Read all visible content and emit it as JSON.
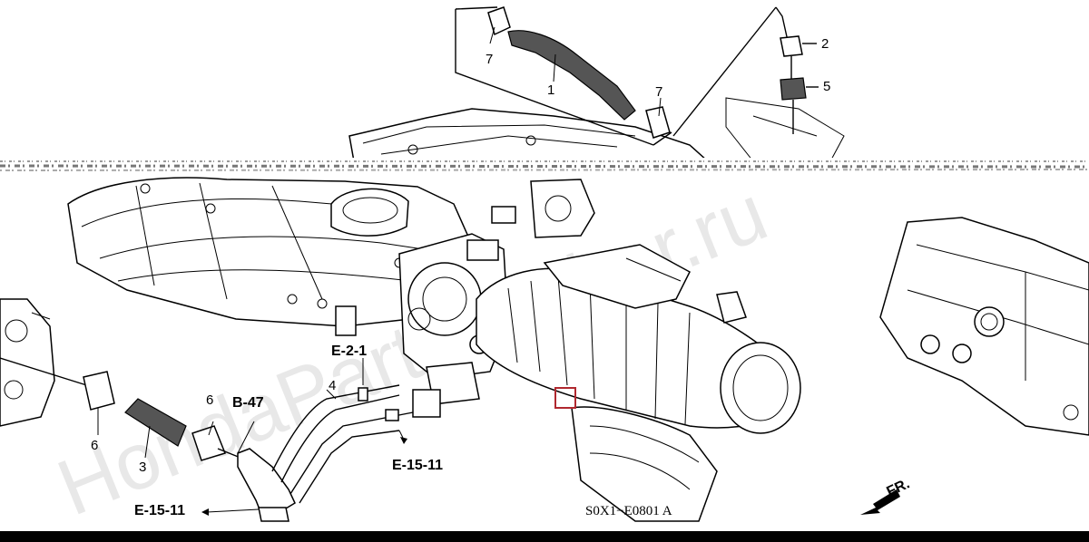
{
  "diagram": {
    "code": "S0X1−E0801 A",
    "watermark": "HondaPartNumber.ru",
    "direction": "FR.",
    "callouts": {
      "c1": "1",
      "c2": "2",
      "c3": "3",
      "c4": "4",
      "c5": "5",
      "c6_left": "6",
      "c6_right": "6",
      "c7_left": "7",
      "c7_right": "7"
    },
    "refs": {
      "e_2_1": "E-2-1",
      "b_47": "B-47",
      "e_15_11_right": "E-15-11",
      "e_15_11_left": "E-15-11"
    }
  }
}
